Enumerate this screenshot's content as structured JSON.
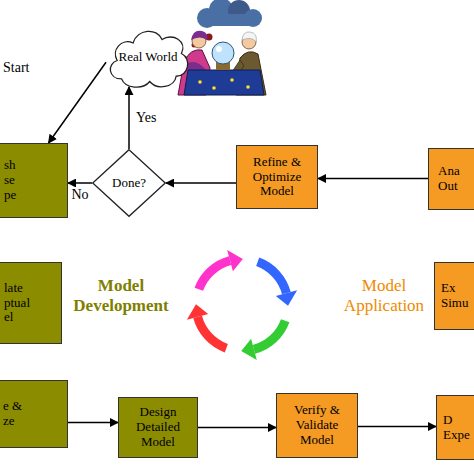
{
  "diagram": {
    "nodes": [
      {
        "text": [
          "Real World"
        ]
      },
      {
        "text": [
          "Done?"
        ]
      },
      {
        "text": [
          "sh se pe"
        ]
      },
      {
        "text": [
          "Refine & Optimize Model"
        ]
      },
      {
        "text": [
          "Ana Out"
        ]
      },
      {
        "text": [
          "late ptual el"
        ]
      },
      {
        "text": [
          "Ex Simu"
        ]
      },
      {
        "text": [
          "e & ze"
        ]
      },
      {
        "text": [
          "Design Detailed Model"
        ]
      },
      {
        "text": [
          "Verify & Validate Model"
        ]
      },
      {
        "text": [
          "D Expe"
        ]
      }
    ],
    "edges": [
      {
        "from": 0,
        "to": 2,
        "arrow": "to"
      },
      {
        "from": 1,
        "to": 0,
        "arrow": "to",
        "label": "Yes"
      },
      {
        "from": 1,
        "to": 2,
        "arrow": "to",
        "label": "No"
      },
      {
        "from": 3,
        "to": 1,
        "arrow": "to"
      },
      {
        "from": 4,
        "to": 3,
        "arrow": "to"
      },
      {
        "from": 7,
        "to": 8,
        "arrow": "to"
      },
      {
        "from": 8,
        "to": 9,
        "arrow": "to"
      },
      {
        "from": 9,
        "to": 10,
        "arrow": "to"
      }
    ],
    "labels": [
      "Start",
      "Model Development",
      "Model Application"
    ]
  }
}
